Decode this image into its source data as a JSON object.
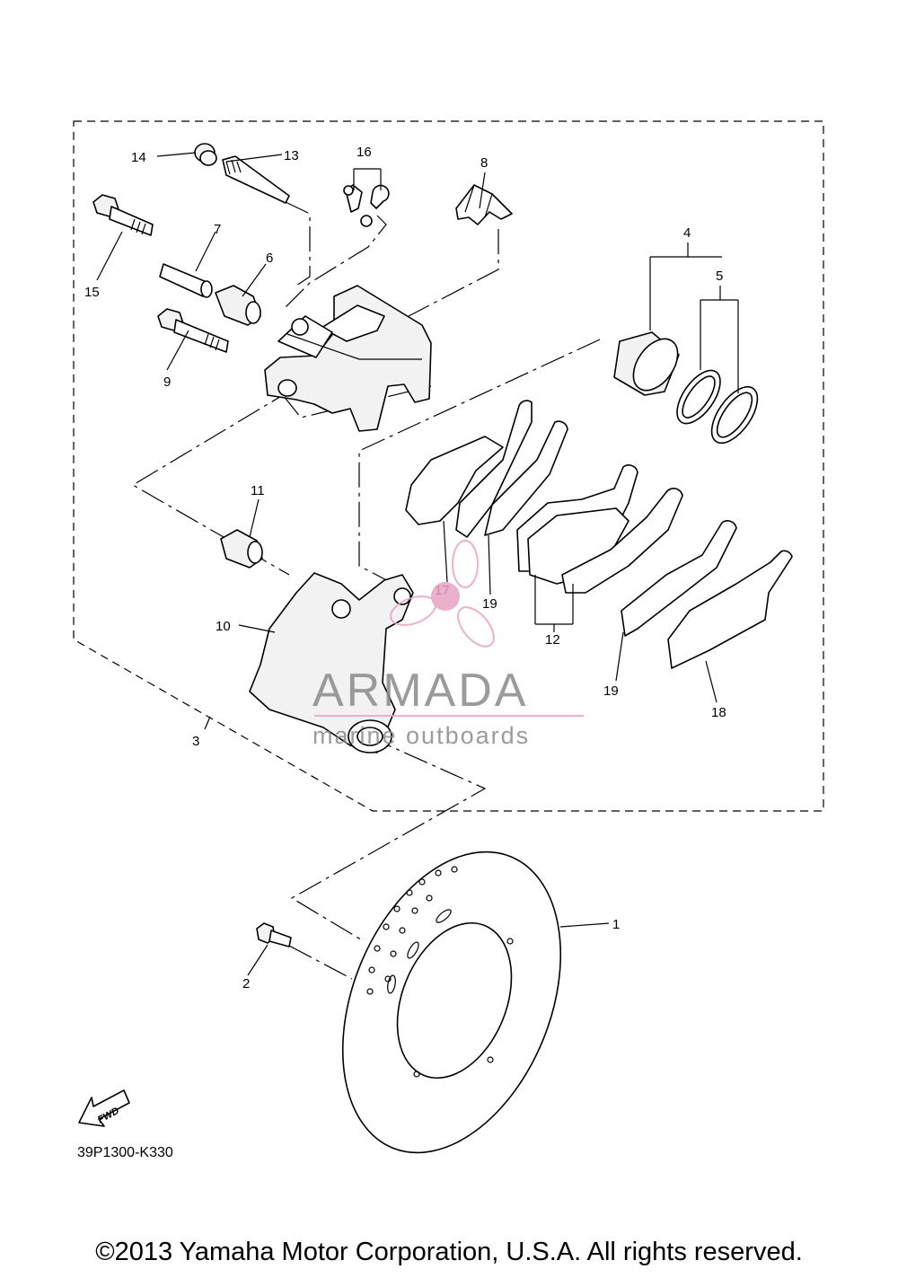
{
  "diagram": {
    "code": "39P1300-K330",
    "fwd_label": "FWD",
    "callouts": [
      {
        "id": "c1",
        "text": "1"
      },
      {
        "id": "c2",
        "text": "2"
      },
      {
        "id": "c3",
        "text": "3"
      },
      {
        "id": "c4",
        "text": "4"
      },
      {
        "id": "c5",
        "text": "5"
      },
      {
        "id": "c6",
        "text": "6"
      },
      {
        "id": "c7",
        "text": "7"
      },
      {
        "id": "c8",
        "text": "8"
      },
      {
        "id": "c9",
        "text": "9"
      },
      {
        "id": "c10",
        "text": "10"
      },
      {
        "id": "c11",
        "text": "11"
      },
      {
        "id": "c12",
        "text": "12"
      },
      {
        "id": "c13",
        "text": "13"
      },
      {
        "id": "c14",
        "text": "14"
      },
      {
        "id": "c15",
        "text": "15"
      },
      {
        "id": "c16",
        "text": "16"
      },
      {
        "id": "c17",
        "text": "17"
      },
      {
        "id": "c18",
        "text": "18"
      },
      {
        "id": "c19a",
        "text": "19"
      },
      {
        "id": "c19b",
        "text": "19"
      }
    ]
  },
  "watermark": {
    "brand": "ARMADA",
    "tagline": "marine outboards",
    "brand_color": "#8a8a8a",
    "accent_color": "#e8a3c4"
  },
  "footer": {
    "copyright": "©2013 Yamaha Motor Corporation, U.S.A. All rights reserved."
  }
}
